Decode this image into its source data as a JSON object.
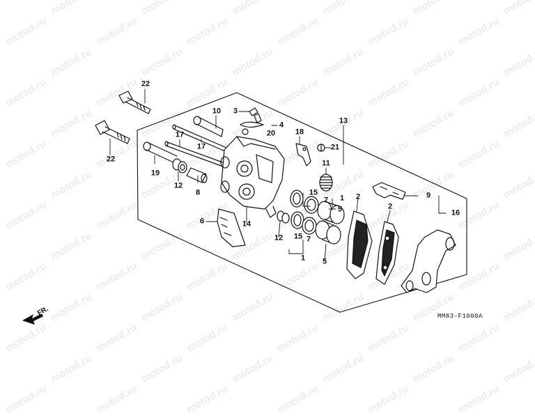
{
  "watermark": "motod.ru",
  "diagram_code": "MM83-F1000A",
  "front_label": "FR.",
  "callouts": [
    {
      "id": "c22a",
      "text": "22"
    },
    {
      "id": "c22b",
      "text": "22"
    },
    {
      "id": "c10",
      "text": "10"
    },
    {
      "id": "c3",
      "text": "3"
    },
    {
      "id": "c4",
      "text": "4"
    },
    {
      "id": "c20",
      "text": "20"
    },
    {
      "id": "c13",
      "text": "13"
    },
    {
      "id": "c17a",
      "text": "17"
    },
    {
      "id": "c17b",
      "text": "17"
    },
    {
      "id": "c18",
      "text": "18"
    },
    {
      "id": "c21",
      "text": "21"
    },
    {
      "id": "c19",
      "text": "19"
    },
    {
      "id": "c11",
      "text": "11"
    },
    {
      "id": "c12a",
      "text": "12"
    },
    {
      "id": "c8",
      "text": "8"
    },
    {
      "id": "c15a",
      "text": "15"
    },
    {
      "id": "c7a",
      "text": "7"
    },
    {
      "id": "c1a",
      "text": "1"
    },
    {
      "id": "c5a",
      "text": "5"
    },
    {
      "id": "c2a",
      "text": "2"
    },
    {
      "id": "c9",
      "text": "9"
    },
    {
      "id": "c2b",
      "text": "2"
    },
    {
      "id": "c16",
      "text": "16"
    },
    {
      "id": "c6",
      "text": "6"
    },
    {
      "id": "c14",
      "text": "14"
    },
    {
      "id": "c12b",
      "text": "12"
    },
    {
      "id": "c15b",
      "text": "15"
    },
    {
      "id": "c7b",
      "text": "7"
    },
    {
      "id": "c1b",
      "text": "1"
    },
    {
      "id": "c5b",
      "text": "5"
    }
  ]
}
